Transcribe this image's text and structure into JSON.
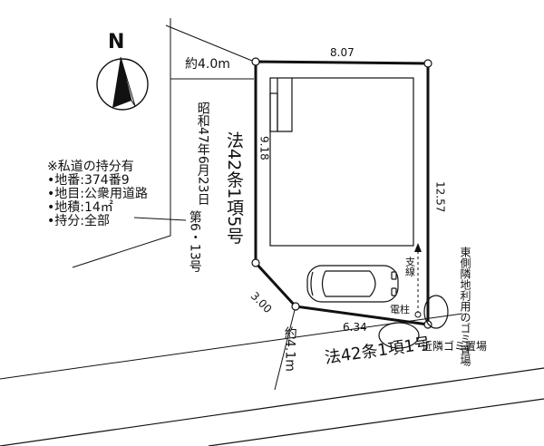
{
  "compass": {
    "label": "N"
  },
  "road_width_top": "約4.0m",
  "road_width_bottom": "約4.1m",
  "dimensions": {
    "top": "8.07",
    "right": "12.57",
    "left": "9.18",
    "corner": "3.00",
    "bottom": "6.34"
  },
  "road_designation": {
    "left": "法42条1項5号",
    "bottom": "法42条1項1号"
  },
  "approval": {
    "date": "昭和47年6月23日",
    "number": "第6・13号"
  },
  "private_road_note": {
    "title": "※私道の持分有",
    "lines": [
      "•地番:374番9",
      "•地目:公衆用道路",
      "•地積:14㎡",
      "•持分:全部"
    ]
  },
  "labels": {
    "guy_wire": "支線",
    "pole": "電柱",
    "garbage_east": "東側隣地利用のゴミ置場",
    "garbage_near": "近隣ゴミ置場"
  }
}
